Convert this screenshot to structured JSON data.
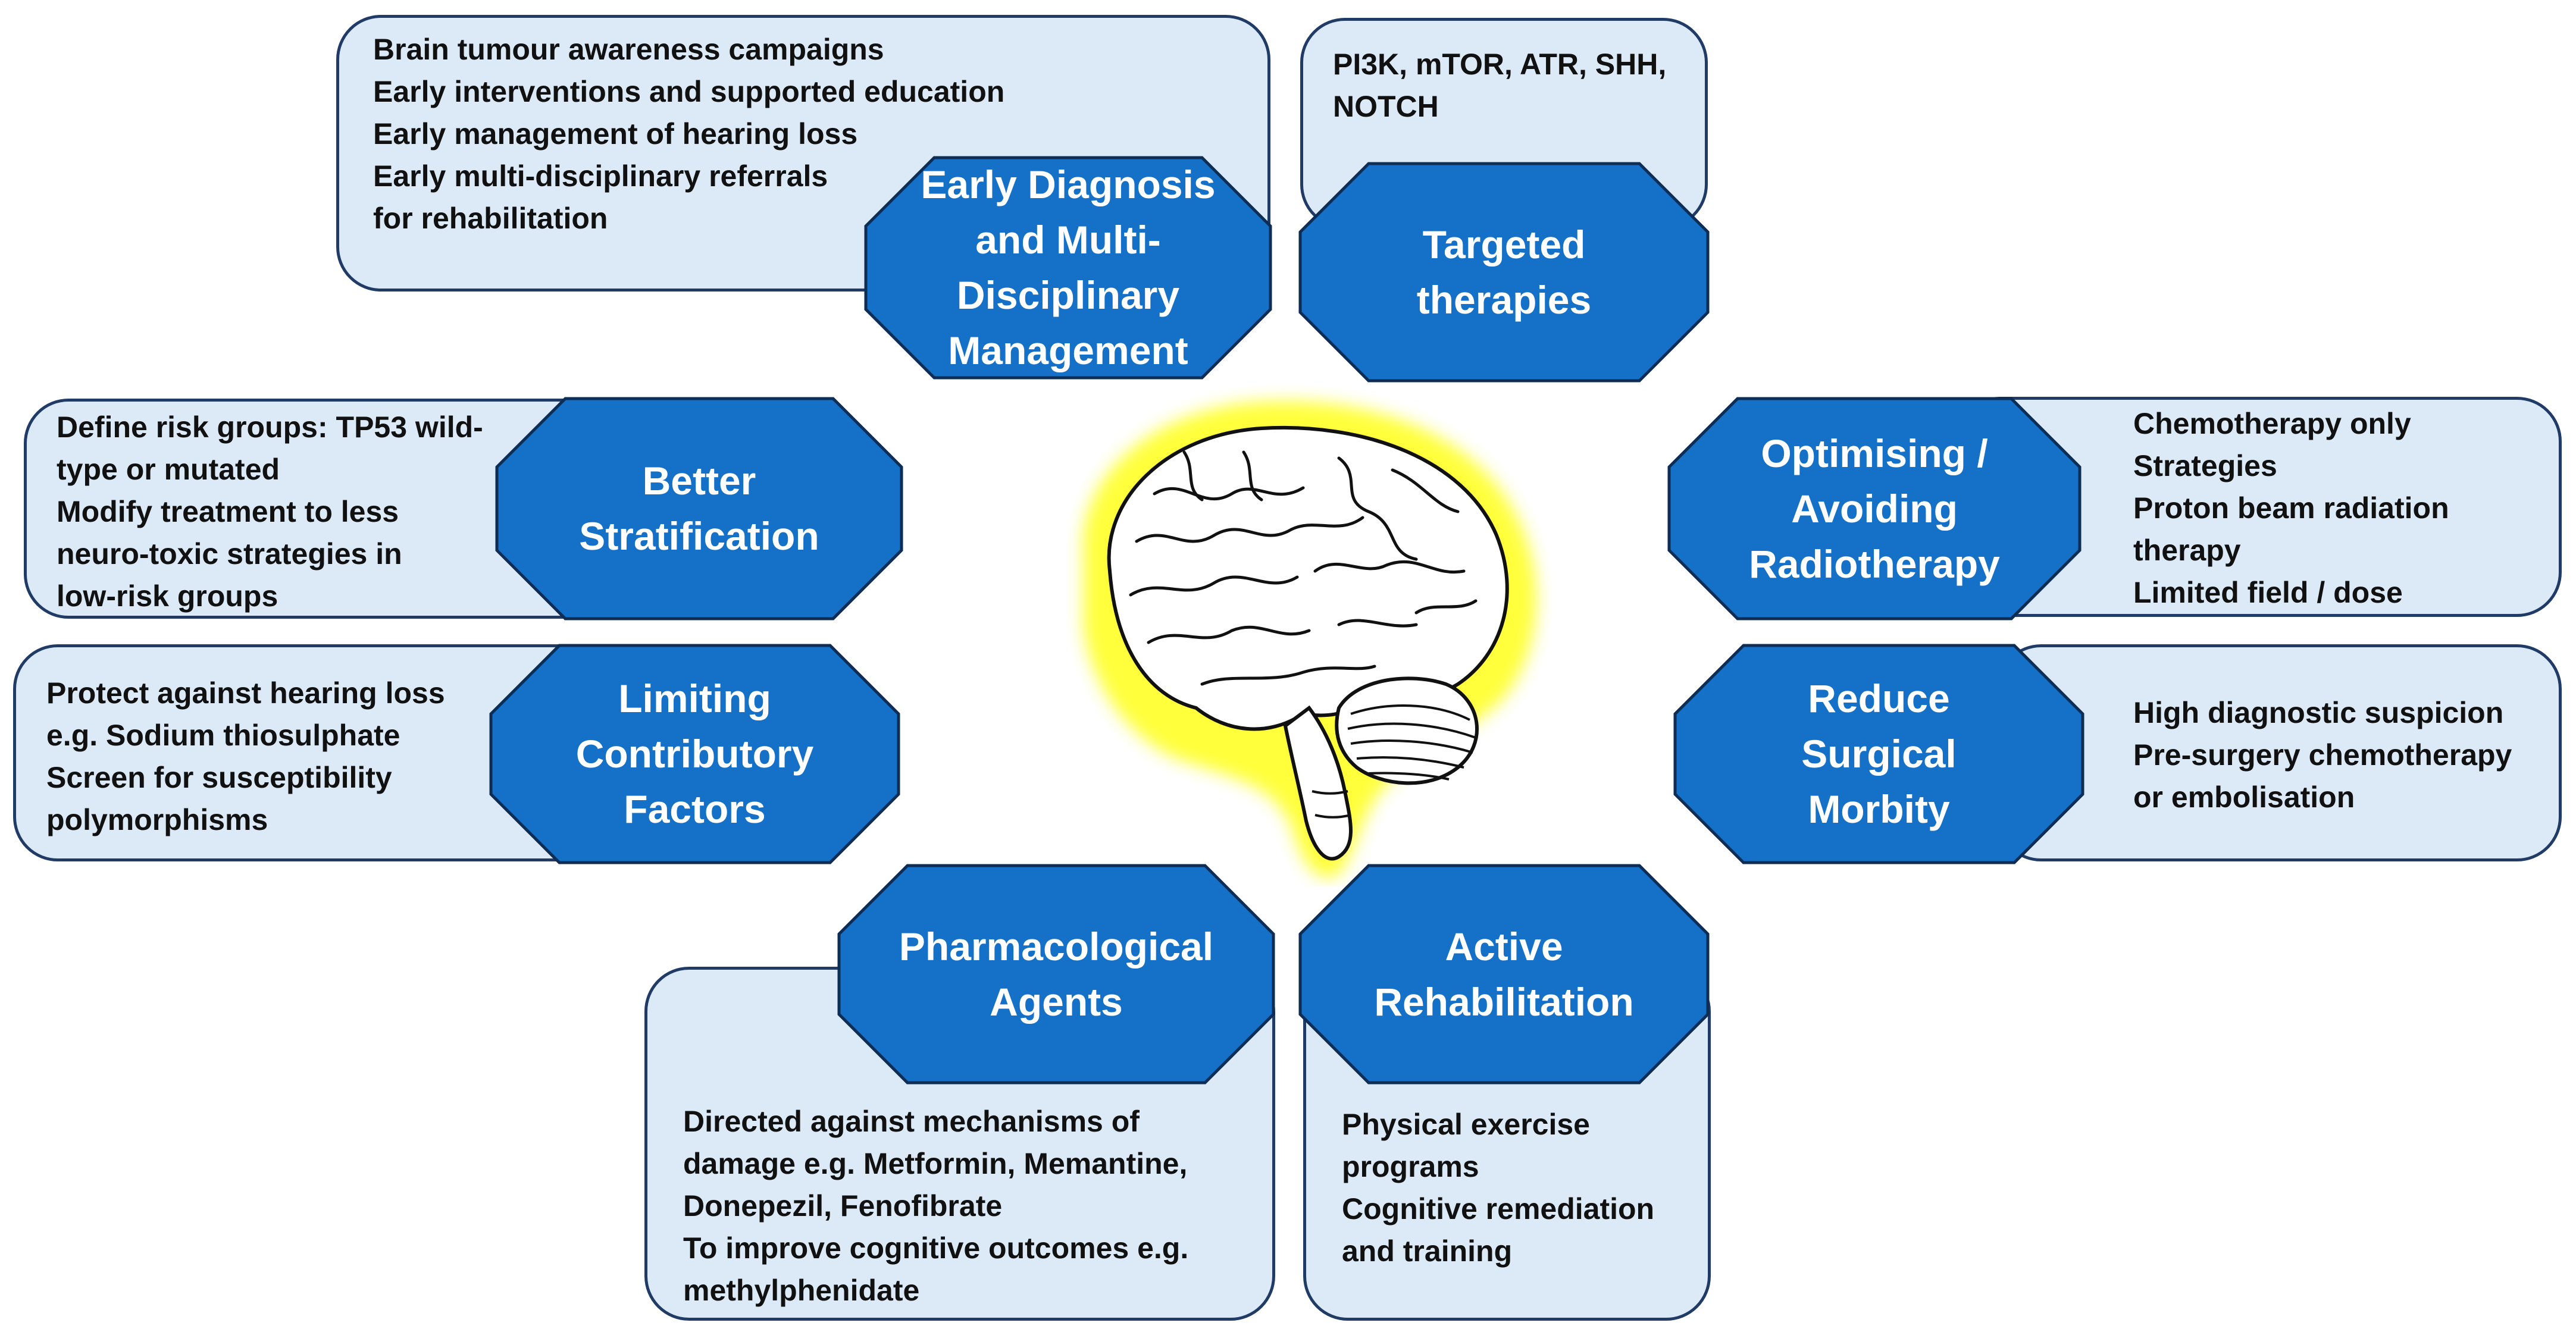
{
  "colors": {
    "octagon_fill": "#1570c7",
    "octagon_stroke": "#0d2d55",
    "box_fill": "#dceaf7",
    "box_border": "#1f3b66",
    "glow": "#ffff33"
  },
  "center_icon": "brain-icon",
  "nodes": {
    "early": {
      "title": [
        "Early Diagnosis",
        "and Multi-",
        "Disciplinary",
        "Management"
      ],
      "items": [
        "Brain tumour awareness campaigns",
        "Early interventions and supported education",
        "Early management of hearing loss",
        "Early multi-disciplinary  referrals",
        "for rehabilitation"
      ]
    },
    "targeted": {
      "title": [
        "Targeted",
        "therapies"
      ],
      "items": [
        "PI3K, mTOR, ATR, SHH,",
        "NOTCH"
      ]
    },
    "stratification": {
      "title": [
        "Better",
        "Stratification"
      ],
      "items": [
        "Define risk groups: TP53 wild-",
        "type  or mutated",
        "Modify treatment to less",
        "neuro-toxic strategies in",
        "low-risk groups"
      ]
    },
    "radiotherapy": {
      "title": [
        "Optimising /",
        "Avoiding",
        "Radiotherapy"
      ],
      "items": [
        "Chemotherapy only",
        "Strategies",
        "Proton beam radiation",
        "therapy",
        "Limited field / dose"
      ]
    },
    "contributory": {
      "title": [
        "Limiting",
        "Contributory",
        "Factors"
      ],
      "items": [
        "Protect against hearing loss",
        "e.g. Sodium thiosulphate",
        "Screen for susceptibility",
        "polymorphisms"
      ]
    },
    "surgical": {
      "title": [
        "Reduce",
        "Surgical",
        "Morbity"
      ],
      "items": [
        "High diagnostic suspicion",
        "Pre-surgery chemotherapy",
        "or embolisation"
      ]
    },
    "pharma": {
      "title": [
        "Pharmacological",
        "Agents"
      ],
      "items": [
        "Directed against mechanisms of",
        "damage e.g. Metformin, Memantine,",
        "Donepezil, Fenofibrate",
        "To improve cognitive outcomes e.g.",
        "methylphenidate"
      ]
    },
    "rehab": {
      "title": [
        "Active",
        "Rehabilitation"
      ],
      "items": [
        "Physical exercise",
        "programs",
        "Cognitive remediation",
        "and training"
      ]
    }
  }
}
